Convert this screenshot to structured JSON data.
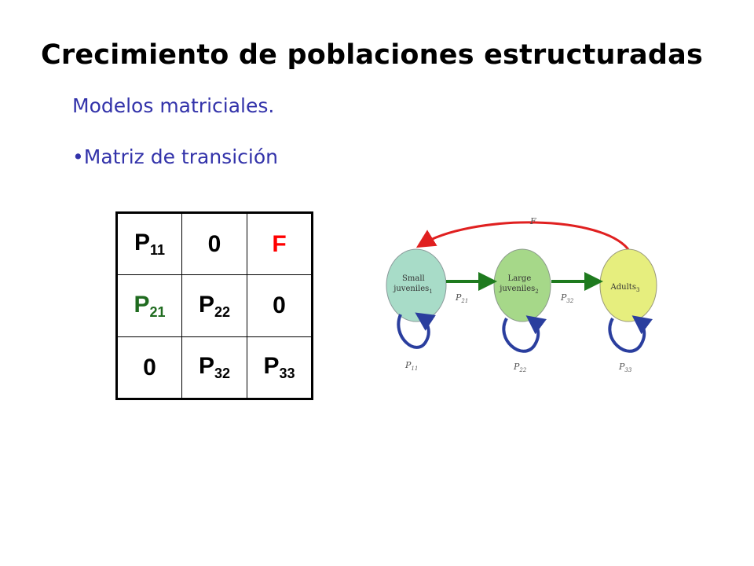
{
  "title": "Crecimiento de poblaciones estructuradas",
  "subtitle": "Modelos matriciales.",
  "bullet": "•Matriz de transición",
  "matrix": {
    "rows": [
      [
        {
          "base": "P",
          "sub": "11",
          "color": "black"
        },
        {
          "base": "0",
          "sub": "",
          "color": "black"
        },
        {
          "base": "F",
          "sub": "",
          "color": "red"
        }
      ],
      [
        {
          "base": "P",
          "sub": "21",
          "color": "green"
        },
        {
          "base": "P",
          "sub": "22",
          "color": "black"
        },
        {
          "base": "0",
          "sub": "",
          "color": "black"
        }
      ],
      [
        {
          "base": "0",
          "sub": "",
          "color": "black"
        },
        {
          "base": "P",
          "sub": "32",
          "color": "black"
        },
        {
          "base": "P",
          "sub": "33",
          "color": "black"
        }
      ]
    ]
  },
  "diagram": {
    "nodes": [
      {
        "line1": "Small",
        "line2": "juveniles",
        "sub": "1",
        "fill": "#a8dcc8"
      },
      {
        "line1": "Large",
        "line2": "juveniles",
        "sub": "2",
        "fill": "#a6d889"
      },
      {
        "line1": "Adults",
        "line2": "",
        "sub": "3",
        "fill": "#e6ee7e"
      }
    ],
    "edges": {
      "fecundity": "F",
      "p21": "P",
      "p21_sub": "21",
      "p32": "P",
      "p32_sub": "32",
      "p11": "P",
      "p11_sub": "11",
      "p22": "P",
      "p22_sub": "22",
      "p33": "P",
      "p33_sub": "33"
    },
    "colors": {
      "fecundity_arrow": "#e02020",
      "transition_arrow": "#1e7a1e",
      "stay_arrow": "#2a3e9e"
    }
  }
}
